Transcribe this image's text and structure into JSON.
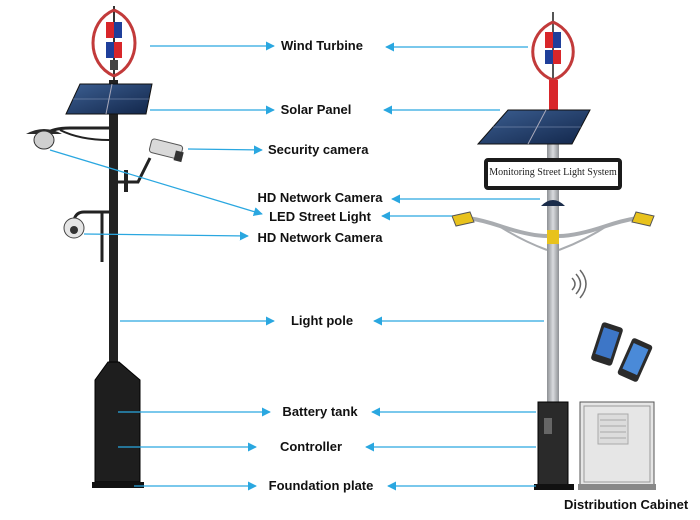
{
  "labels": {
    "wind_turbine": "Wind Turbine",
    "solar_panel": "Solar Panel",
    "security_camera": "Security camera",
    "hd_network_camera_top": "HD Network Camera",
    "led_street_light": "LED Street Light",
    "hd_network_camera_bottom": "HD Network Camera",
    "light_pole": "Light pole",
    "battery_tank": "Battery tank",
    "controller": "Controller",
    "foundation_plate": "Foundation plate",
    "distribution_cabinet": "Distribution Cabinet"
  },
  "sign_text": "Monitoring Street Light System",
  "colors": {
    "arrow": "#2aa7e0",
    "pole_left": "#222222",
    "pole_right": "#a9acb0",
    "turbine_red": "#d8262a",
    "turbine_blue": "#1f3f9a",
    "solar_panel": "#2a4a78"
  }
}
